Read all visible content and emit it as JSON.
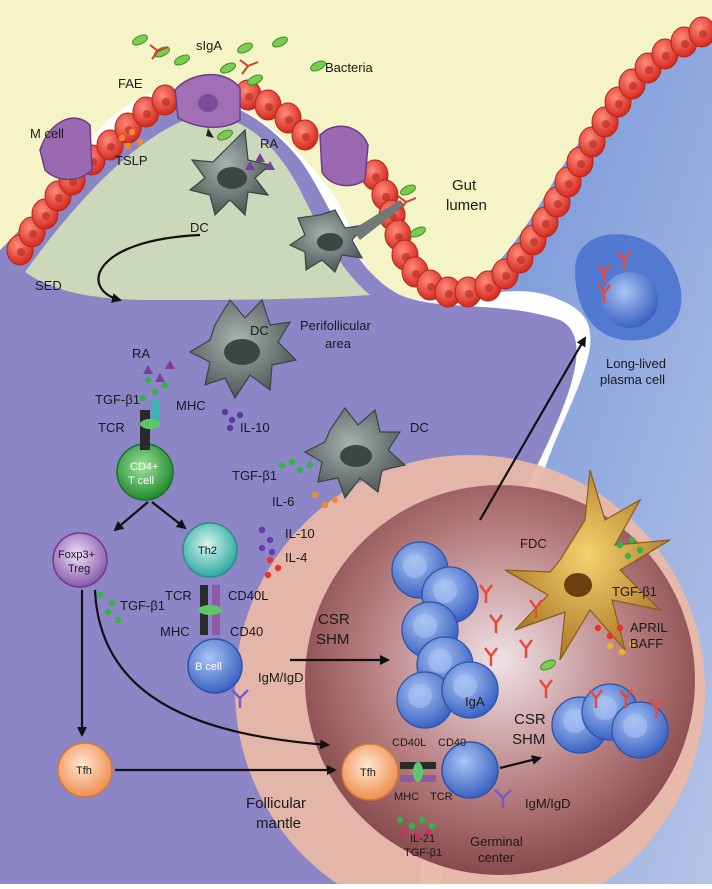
{
  "labels": {
    "siga": "sIgA",
    "bacteria": "Bacteria",
    "fae": "FAE",
    "m_cell": "M cell",
    "tslp": "TSLP",
    "ra_top": "RA",
    "dc_top": "DC",
    "gut_lumen_1": "Gut",
    "gut_lumen_2": "lumen",
    "sed": "SED",
    "dc_mid": "DC",
    "perifollicular_1": "Perifollicular",
    "perifollicular_2": "area",
    "ra_mid": "RA",
    "tgf_mid": "TGF-β1",
    "tcr_mid": "TCR",
    "mhc_mid": "MHC",
    "il10_mid": "IL-10",
    "cd4_1": "CD4+",
    "cd4_2": "T cell",
    "dc_right": "DC",
    "tgf_right": "TGF-β1",
    "il6": "IL-6",
    "il10_right": "IL-10",
    "il4": "IL-4",
    "foxp3_1": "Foxp3+",
    "foxp3_2": "Treg",
    "tgf_treg": "TGF-β1",
    "th2": "Th2",
    "tcr_th2": "TCR",
    "cd40l_th2": "CD40L",
    "mhc_b": "MHC",
    "cd40_b": "CD40",
    "b_cell": "B cell",
    "igm_igd_1": "IgM/IgD",
    "csr_1": "CSR",
    "shm_1": "SHM",
    "fdc": "FDC",
    "tgf_fdc": "TGF-β1",
    "april": "APRIL",
    "baff": "BAFF",
    "iga": "IgA",
    "csr_2": "CSR",
    "shm_2": "SHM",
    "long_lived_1": "Long-lived",
    "long_lived_2": "plasma cell",
    "tfh_left": "Tfh",
    "tfh_gc": "Tfh",
    "cd40l_gc": "CD40L",
    "cd40_gc": "CD40",
    "mhc_gc": "MHC",
    "tcr_gc": "TCR",
    "igm_igd_2": "IgM/IgD",
    "follicular_1": "Follicular",
    "follicular_2": "mantle",
    "il21": "IL-21",
    "tgf_gc": "TGF-β1",
    "germinal_1": "Germinal",
    "germinal_2": "center"
  },
  "colors": {
    "lumen": "#f3f3c4",
    "subepithelial": "#8d86c4",
    "right_blue": "#5a78c0",
    "follicle": "#e8b6a7",
    "germinal_center": "#8e4b4b",
    "epithelium": "#e8352a",
    "m_cell": "#9a68b0",
    "dc": "#6f7a78",
    "b_cell": "#4f79d2",
    "cd4_t": "#37a546",
    "th2": "#46c0b8",
    "treg": "#9f6cc0",
    "tfh": "#f2a46c",
    "fdc": "#c89a2c",
    "antibody": "#e84a36"
  }
}
